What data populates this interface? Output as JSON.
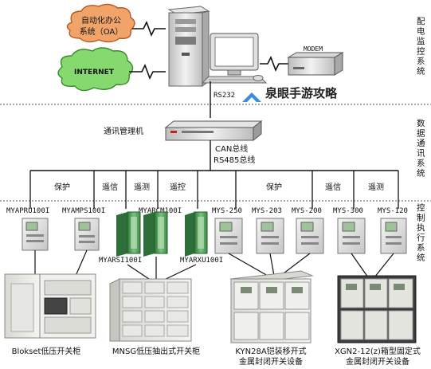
{
  "clouds": {
    "oa_line1": "自动化办公",
    "oa_line2": "系统（OA）",
    "internet": "INTERNET"
  },
  "modem_label": "MODEM",
  "rs232_label": "RS232",
  "watermark": "泉眼手游攻略",
  "comm_manager_label": "通讯管理机",
  "bus_labels": {
    "can": "CAN总线",
    "rs485": "RS485总线"
  },
  "layers": {
    "monitor": "配电监控系统",
    "comm": "数据通讯系统",
    "control": "控制执行系统"
  },
  "functions": [
    {
      "label": "保护"
    },
    {
      "label": "遥信"
    },
    {
      "label": "遥测"
    },
    {
      "label": "遥控"
    },
    {
      "label": "保护"
    },
    {
      "label": "遥信"
    },
    {
      "label": "遥测"
    }
  ],
  "devices_top": [
    {
      "label": "MYAPRU100I"
    },
    {
      "label": "MYAMPS100I"
    },
    {
      "label": "MYARCM100I"
    },
    {
      "label": "MYS-250"
    },
    {
      "label": "MYS-203"
    },
    {
      "label": "MYS-200"
    },
    {
      "label": "MYS-300"
    },
    {
      "label": "MYS-120"
    }
  ],
  "devices_bottom": [
    {
      "label": "MYARSI100I"
    },
    {
      "label": "MYARXU100I"
    }
  ],
  "cabinets": [
    {
      "line1": "Blokset低压开关柜",
      "line2": ""
    },
    {
      "line1": "MNSG低压抽出式开关柜",
      "line2": ""
    },
    {
      "line1": "KYN28A铠装移开式",
      "line2": "金属封闭开关设备"
    },
    {
      "line1": "XGN2-12(z)箱型固定式",
      "line2": "金属封闭开关设备"
    }
  ],
  "colors": {
    "cloud_fill": "#f0a46a",
    "cloud_green": "#86d96e",
    "device_grey": "#dcdcdc",
    "io_green": "#4f9a5a",
    "cabinet_light": "#e9e9e6",
    "cabinet_dark": "#3b3b3b"
  }
}
